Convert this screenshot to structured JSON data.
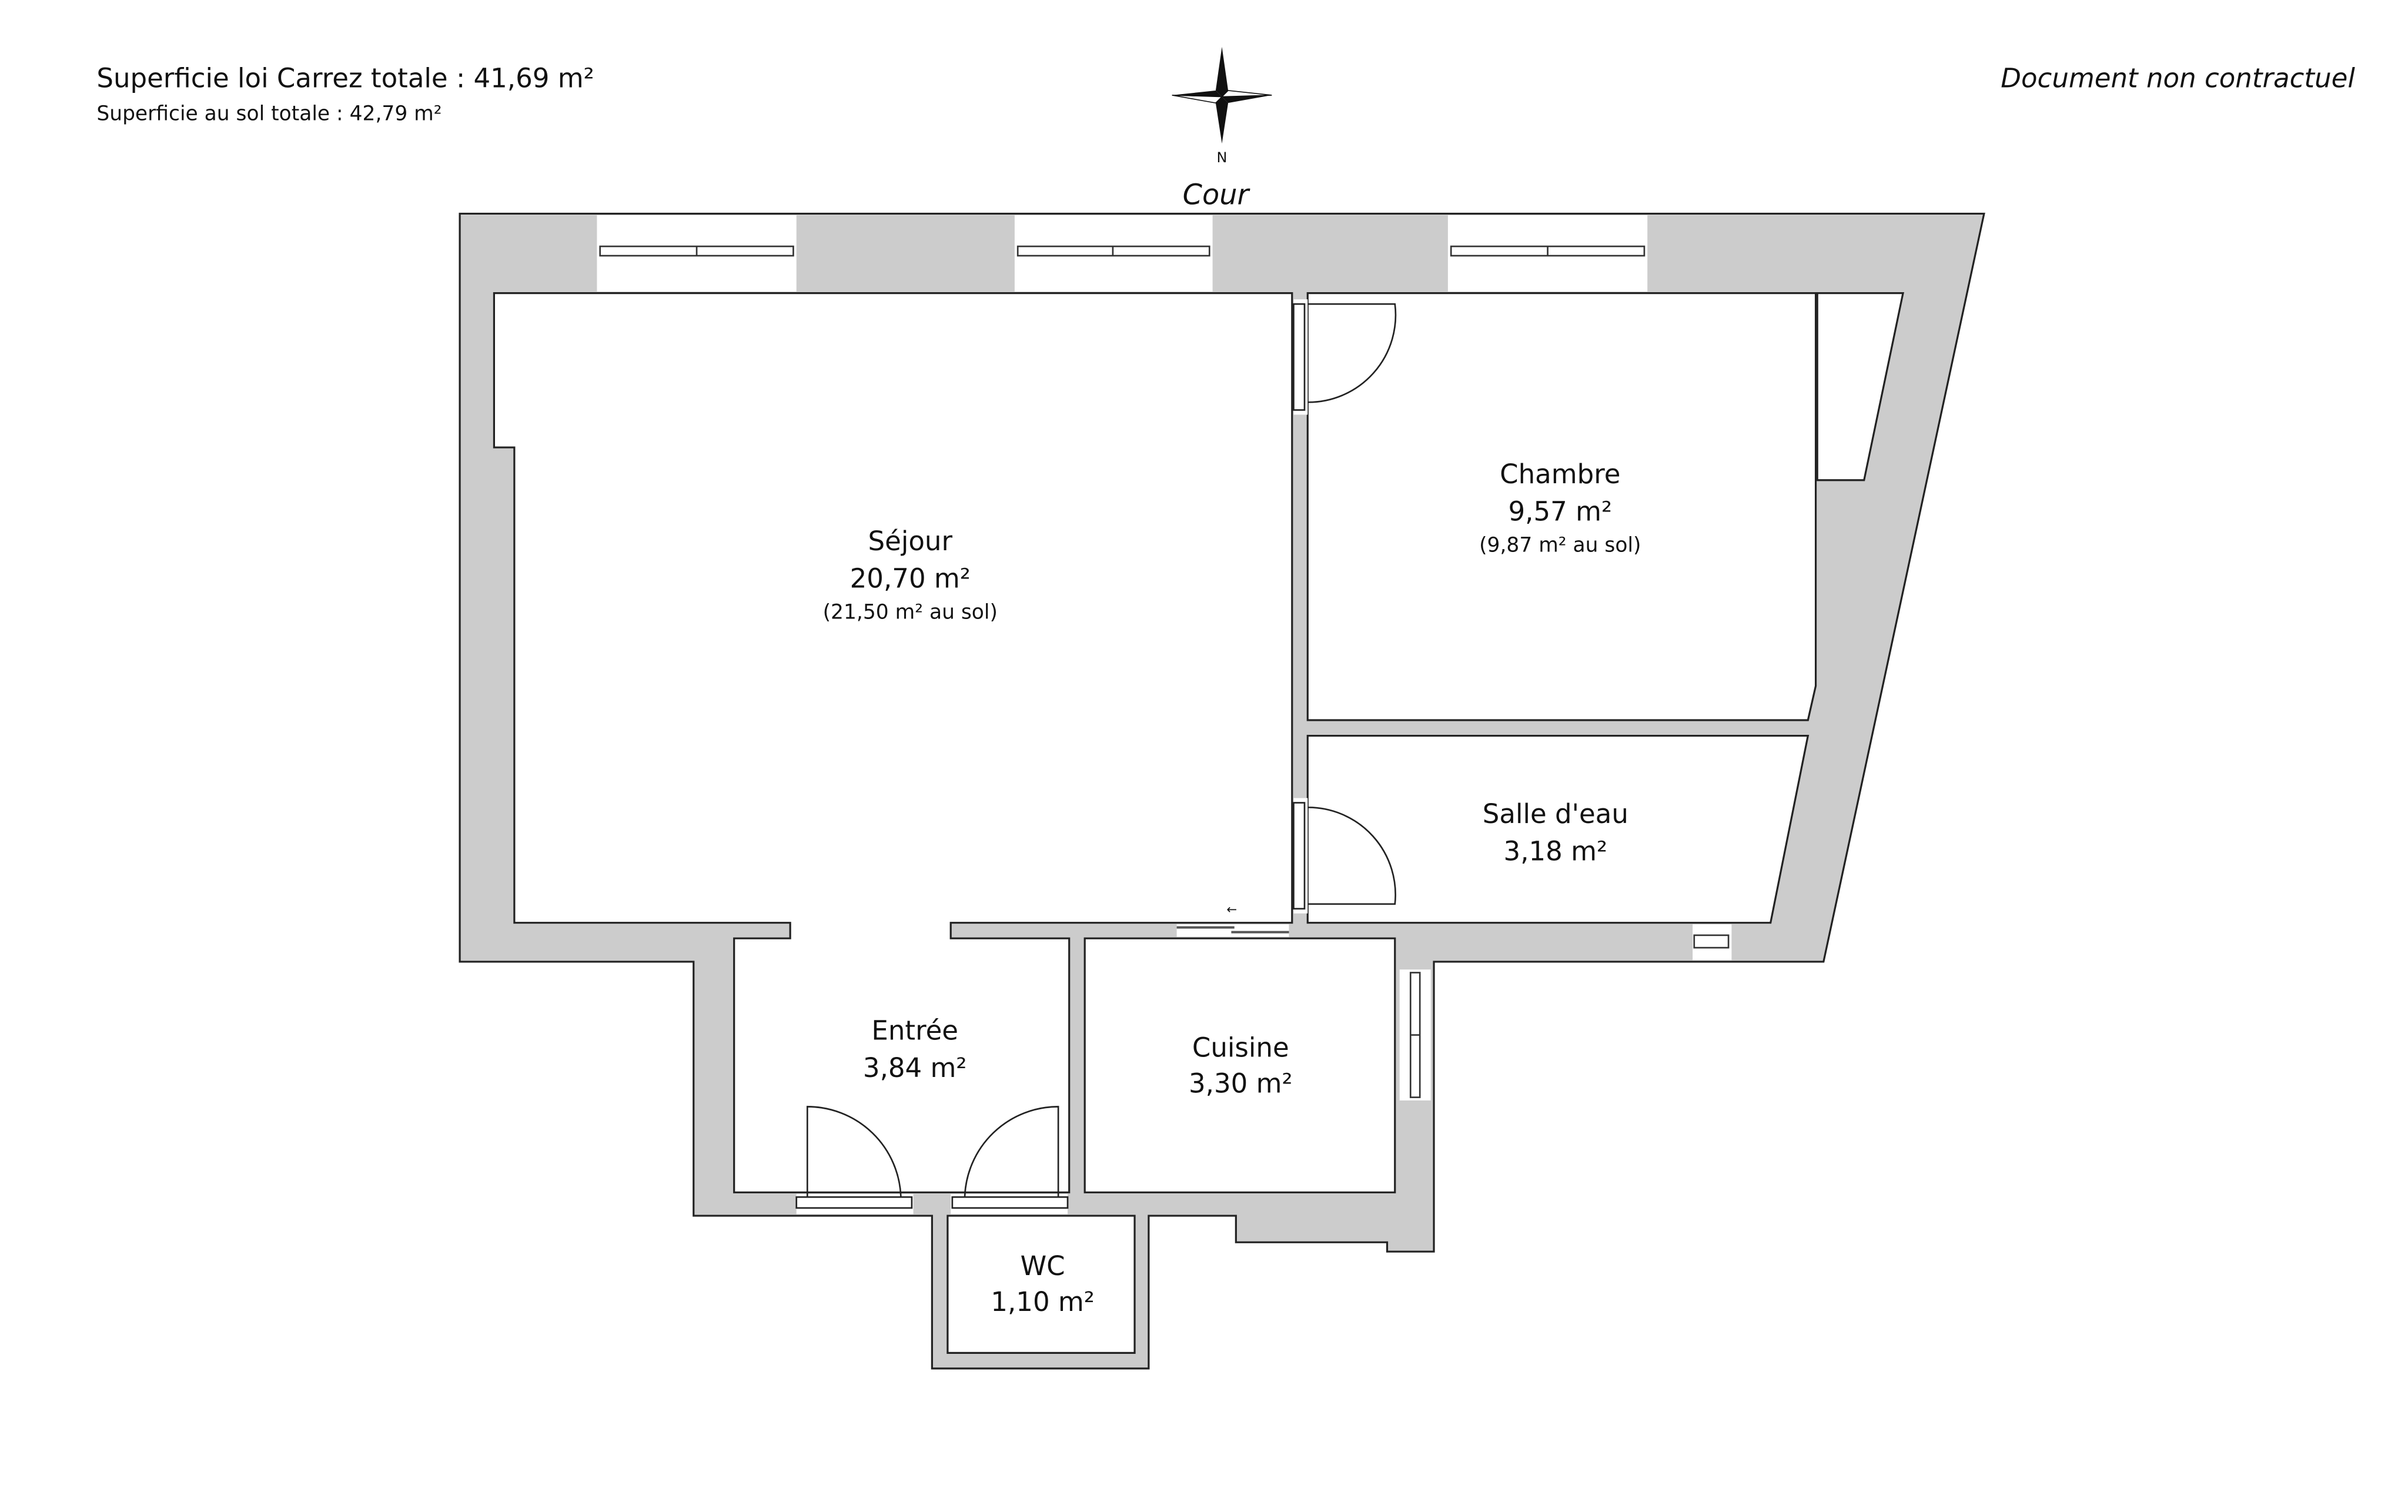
{
  "header": {
    "carrez_total": "Superficie loi Carrez totale :  41,69 m²",
    "sol_total": "Superficie au sol totale :  42,79 m²",
    "disclaimer": "Document non contractuel",
    "compass_label": "N",
    "orientation_label": "Cour"
  },
  "rooms": [
    {
      "name": "Séjour",
      "area": "20,70 m²",
      "floor_area": "(21,50 m² au sol)"
    },
    {
      "name": "Chambre",
      "area": "9,57 m²",
      "floor_area": "(9,87 m² au sol)"
    },
    {
      "name": "Salle d'eau",
      "area": "3,18 m²"
    },
    {
      "name": "Entrée",
      "area": "3,84 m²"
    },
    {
      "name": "Cuisine",
      "area": "3,30 m²"
    },
    {
      "name": "WC",
      "area": "1,10 m²"
    }
  ],
  "colors": {
    "wall": "#cccccc",
    "room": "#ffffff",
    "line": "#222222"
  }
}
